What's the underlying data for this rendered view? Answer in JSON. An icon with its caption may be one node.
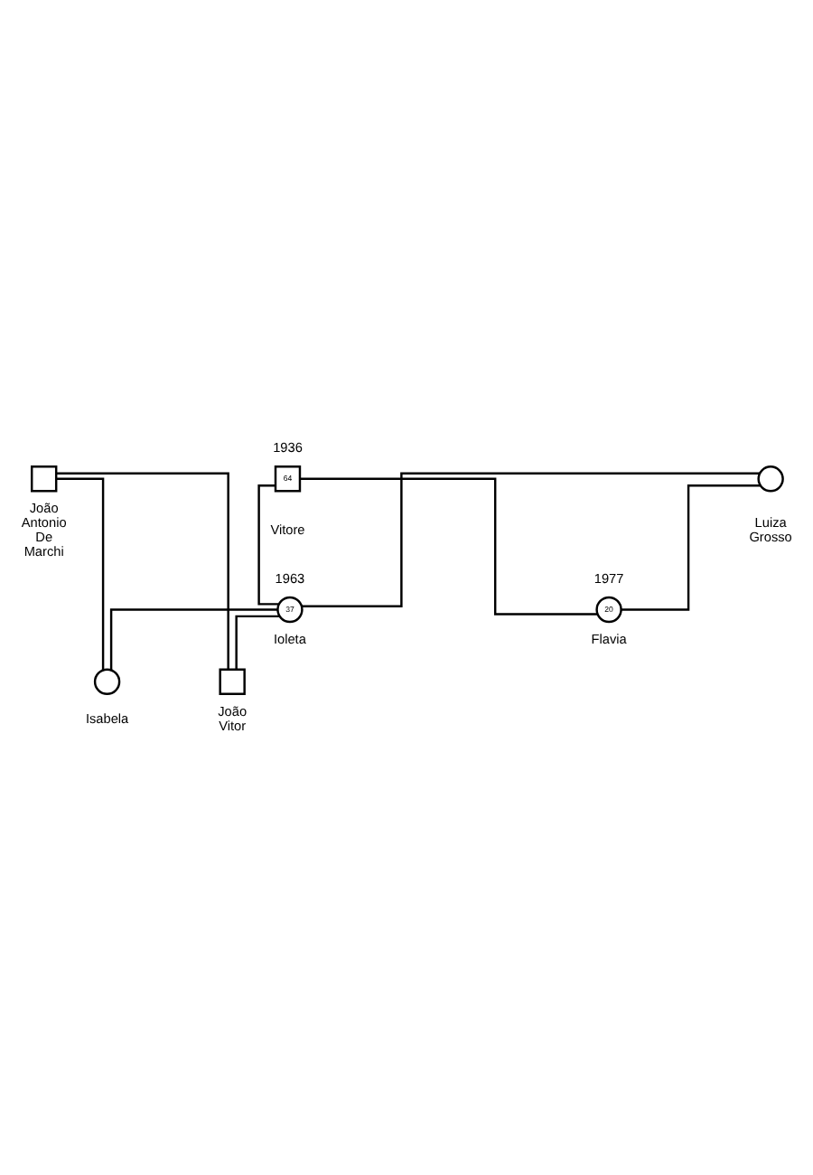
{
  "diagram": {
    "nodes": [
      {
        "text": [
          "64"
        ],
        "beside": [
          "1936",
          "Vitore"
        ]
      },
      {
        "text": [],
        "shape": "circle",
        "beside": [
          "Luiza Grosso"
        ]
      },
      {
        "text": [],
        "shape": "box",
        "beside": [
          "João Antonio De Marchi"
        ]
      },
      {
        "text": [
          "37"
        ],
        "beside": [
          "1963",
          "Ioleta"
        ]
      },
      {
        "text": [
          "20"
        ],
        "beside": [
          "1977",
          "Flavia"
        ]
      },
      {
        "text": [],
        "shape": "box",
        "beside": [
          "João Vitor"
        ]
      },
      {
        "text": [],
        "shape": "circle",
        "beside": [
          "Isabela"
        ]
      }
    ],
    "edges": [
      {
        "from": 0,
        "to": 3,
        "arrow": "none"
      },
      {
        "from": 1,
        "to": 3,
        "arrow": "none"
      },
      {
        "from": 0,
        "to": 4,
        "arrow": "none"
      },
      {
        "from": 1,
        "to": 4,
        "arrow": "none"
      },
      {
        "from": 2,
        "to": 5,
        "arrow": "none"
      },
      {
        "from": 3,
        "to": 5,
        "arrow": "none"
      },
      {
        "from": 2,
        "to": 6,
        "arrow": "none"
      },
      {
        "from": 3,
        "to": 6,
        "arrow": "none"
      }
    ]
  }
}
